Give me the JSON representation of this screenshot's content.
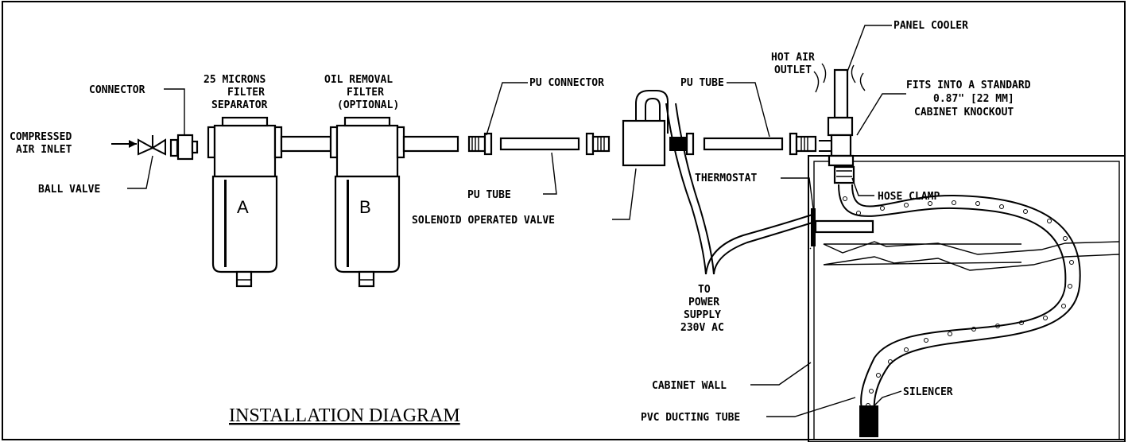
{
  "title": "INSTALLATION DIAGRAM",
  "labels": {
    "panel_cooler": "PANEL COOLER",
    "hot_air_line1": "HOT AIR",
    "hot_air_line2": "OUTLET",
    "fits_line1": "FITS INTO A STANDARD",
    "fits_line2": "0.87\" [22 MM]",
    "fits_line3": "CABINET KNOCKOUT",
    "connector": "CONNECTOR",
    "filter_a_line1": "25 MICRONS",
    "filter_a_line2": "FILTER",
    "filter_a_line3": "SEPARATOR",
    "filter_b_line1": "OIL REMOVAL",
    "filter_b_line2": "FILTER",
    "filter_b_line3": "(OPTIONAL)",
    "pu_connector": "PU CONNECTOR",
    "pu_tube_top": "PU TUBE",
    "pu_tube_bottom": "PU TUBE",
    "compressed_line1": "COMPRESSED",
    "compressed_line2": "AIR INLET",
    "ball_valve": "BALL VALVE",
    "solenoid": "SOLENOID OPERATED VALVE",
    "thermostat": "THERMOSTAT",
    "hose_clamp": "HOSE CLAMP",
    "power_line1": "TO",
    "power_line2": "POWER",
    "power_line3": "SUPPLY",
    "power_line4": "230V AC",
    "cabinet_wall": "CABINET WALL",
    "silencer": "SILENCER",
    "pvc_tube": "PVC DUCTING TUBE",
    "filter_a_letter": "A",
    "filter_b_letter": "B"
  }
}
